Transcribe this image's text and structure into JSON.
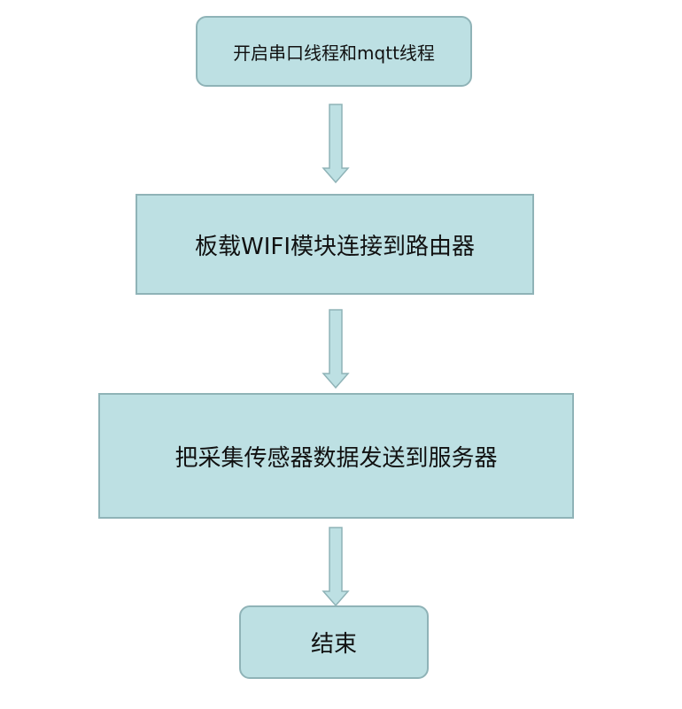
{
  "colors": {
    "node_fill": "#bde0e3",
    "node_border": "#8fb3b7",
    "text": "#111111"
  },
  "flowchart": {
    "steps": [
      {
        "id": "start",
        "shape": "rounded",
        "label": "开启串口线程和mqtt线程"
      },
      {
        "id": "wifi",
        "shape": "rectangle",
        "label": "板载WIFI模块连接到路由器"
      },
      {
        "id": "send",
        "shape": "rectangle",
        "label": "把采集传感器数据发送到服务器"
      },
      {
        "id": "end",
        "shape": "rounded",
        "label": "结束"
      }
    ],
    "edges": [
      {
        "from": "start",
        "to": "wifi"
      },
      {
        "from": "wifi",
        "to": "send"
      },
      {
        "from": "send",
        "to": "end"
      }
    ]
  }
}
